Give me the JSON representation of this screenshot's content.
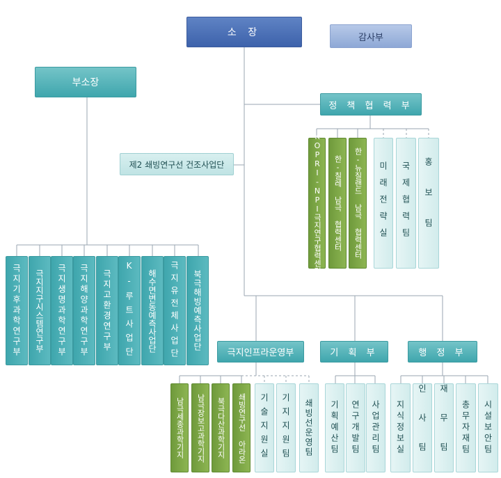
{
  "director": "소 장",
  "audit": "감사부",
  "vice_director": "부소장",
  "icebreaker_project": "제2 쇄빙연구선 건조사업단",
  "policy_dept": "정 책 협 력 부",
  "policy_units": [
    "KOPRI-NPI극지연구협력센터",
    "한-칠레 남극 협력센터",
    "한-뉴질랜드 남극 협력센터",
    "미래전략실",
    "국제협력팀",
    "홍보팀"
  ],
  "research_divisions": [
    "극지기후과학연구부",
    "극지지구시스템연구부",
    "극지생명과학연구부",
    "극지해양과학연구부",
    "극지고환경연구부",
    "K-루트사업단",
    "해수면변동예측사업단",
    "극지유전체사업단",
    "북극해빙예측사업단"
  ],
  "infra_dept": "극지인프라운영부",
  "infra_units": [
    "남극세종과학기지",
    "남극장보고과학기지",
    "북극다산과학기지",
    "쇄빙연구선 아라온",
    "기술지원실",
    "기지지원팀",
    "쇄빙선운영팀"
  ],
  "planning_dept": "기 획 부",
  "planning_units": [
    "기획예산팀",
    "연구개발팀",
    "사업관리팀"
  ],
  "admin_dept": "행 정 부",
  "admin_units": [
    "지식정보실",
    "인사팀",
    "재무팀",
    "총무자재팀",
    "시설보안팀"
  ]
}
